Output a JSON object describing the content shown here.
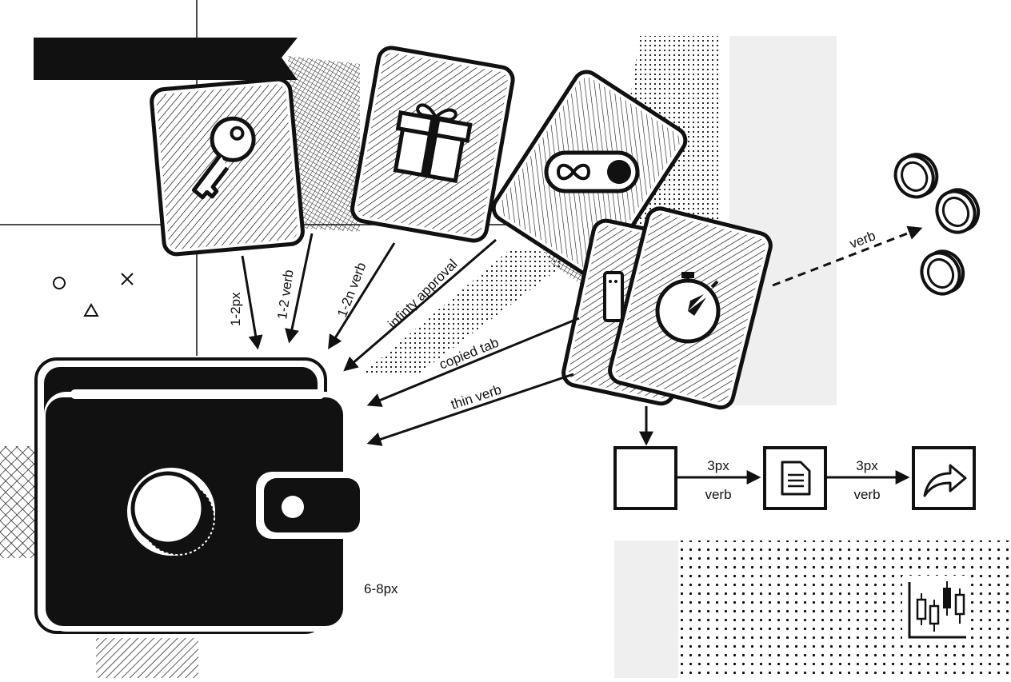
{
  "labels": {
    "key_arrow": "1-2px",
    "gift_arrow": "1-2  verb",
    "gift_arrow2": "1-2n verb",
    "infinity_arrow": "infinty approval",
    "tab_arrow": "copied tab",
    "thin_arrow": "thin verb",
    "coins_arrow": "verb",
    "wallet_stroke": "6-8px",
    "flow_top_1": "3px",
    "flow_bottom_1": "verb",
    "flow_top_2": "3px",
    "flow_bottom_2": "verb"
  },
  "icons": {
    "card_key": "key-icon",
    "card_gift": "gift-icon",
    "card_toggle": "infinity-toggle-icon",
    "card_tab": "browser-tab-icon",
    "card_timer": "stopwatch-icon",
    "wallet": "wallet-icon",
    "coins": "coin-stack-icon",
    "flow_document": "document-icon",
    "flow_share": "share-arrow-icon",
    "chart": "candlestick-chart-icon"
  },
  "colors": {
    "ink": "#111111",
    "paper": "#ffffff",
    "grey_panel": "#efefef"
  }
}
